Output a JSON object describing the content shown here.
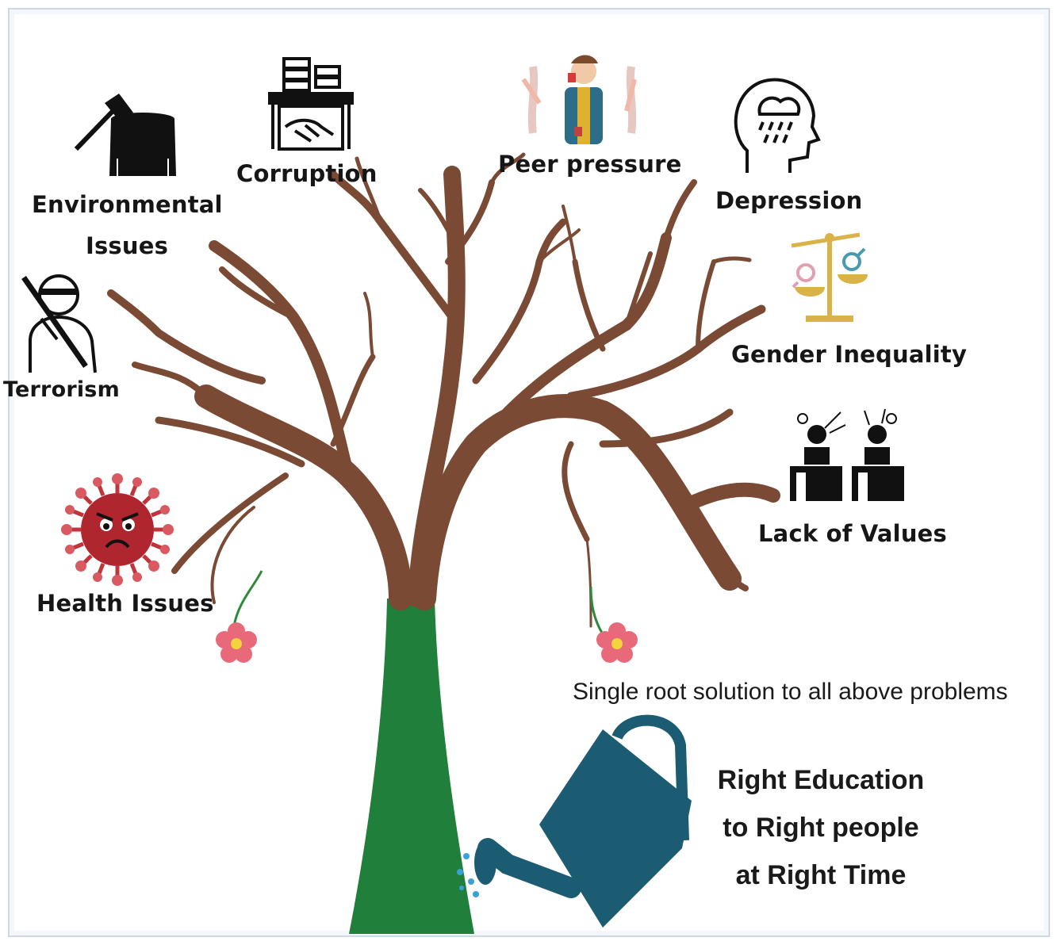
{
  "problems": {
    "environmental": [
      "Environmental",
      "Issues"
    ],
    "corruption": "Corruption",
    "peer_pressure": "Peer pressure",
    "depression": "Depression",
    "terrorism": "Terrorism",
    "gender_inequality": "Gender Inequality",
    "lack_of_values": "Lack of Values",
    "health_issues": "Health Issues"
  },
  "caption": "Single root solution to all above problems",
  "solution": [
    "Right Education",
    "to Right people",
    "at Right Time"
  ],
  "colors": {
    "branches": "#7b4a34",
    "trunk": "#1f7f3b",
    "watering_can": "#1c5c73",
    "flower": "#e86a7a",
    "virus": "#c0343c",
    "scale": "#d9b24a"
  }
}
